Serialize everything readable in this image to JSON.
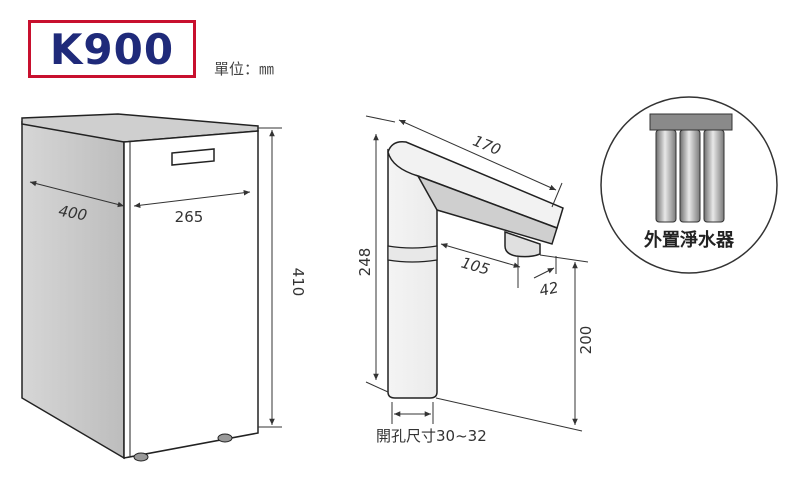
{
  "title": {
    "model": "K900",
    "unit": "單位：㎜"
  },
  "cabinet": {
    "depth": "400",
    "width": "265",
    "height": "410"
  },
  "faucet": {
    "length": "170",
    "height": "248",
    "spout_reach": "105",
    "outlet_offset": "42",
    "clearance": "200",
    "hole_size": "開孔尺寸30~32"
  },
  "filter": {
    "label": "外置淨水器"
  }
}
